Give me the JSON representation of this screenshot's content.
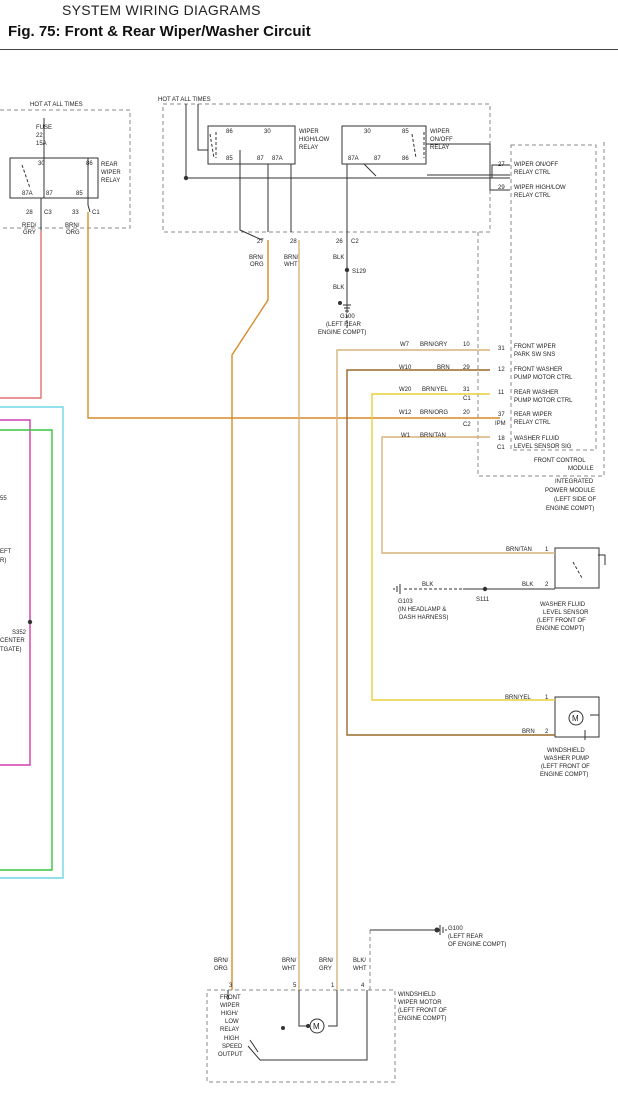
{
  "header": {
    "subtitle": "SYSTEM WIRING DIAGRAMS",
    "title": "Fig. 75: Front & Rear Wiper/Washer Circuit"
  },
  "colors": {
    "orange": "#d88a2a",
    "tan": "#d9b37a",
    "yellow": "#e8cf3a",
    "brown": "#9a6a2c",
    "red": "#e07070",
    "magenta": "#d43ab0",
    "green": "#38c440",
    "cyan": "#6fd6e6",
    "wire": "#333333"
  },
  "labels": {
    "hot_left": "HOT AT ALL TIMES",
    "hot_right": "HOT AT ALL TIMES",
    "fuse": "FUSE",
    "fuse_num": "22",
    "fuse_amp": "15A",
    "rear_relay_1": "REAR",
    "rear_relay_2": "WIPER",
    "rear_relay_3": "RELAY",
    "r_30": "30",
    "r_86": "86",
    "r_87a": "87A",
    "r_87": "87",
    "r_85": "85",
    "p28": "28",
    "c3": "C3",
    "p33": "33",
    "c1a": "C1",
    "red_gry_1": "RED/",
    "red_gry_2": "GRY",
    "brn_org_1": "BRN/",
    "brn_org_2": "ORG",
    "hl_86": "86",
    "hl_30": "30",
    "hl_85": "85",
    "hl_87": "87",
    "hl_87a": "87A",
    "hl_1": "WIPER",
    "hl_2": "HIGH/LOW",
    "hl_3": "RELAY",
    "oo_30": "30",
    "oo_85": "85",
    "oo_87a": "87A",
    "oo_87": "87",
    "oo_86": "86",
    "oo_1": "WIPER",
    "oo_2": "ON/OFF",
    "oo_3": "RELAY",
    "p27": "27",
    "p28b": "28",
    "p26": "26",
    "c2": "C2",
    "brn_org_b1": "BRN/",
    "brn_org_b2": "ORG",
    "brn_wht_b1": "BRN/",
    "brn_wht_b2": "WHT",
    "blk_a": "BLK",
    "s129": "S129",
    "blk_b": "BLK",
    "g100": "G100",
    "g100_l1": "(LEFT REAR",
    "g100_l2": "ENGINE COMPT)",
    "m27": "27",
    "m27_1": "WIPER ON/OFF",
    "m27_2": "RELAY CTRL",
    "m29": "29",
    "m29_1": "WIPER HIGH/LOW",
    "m29_2": "RELAY CTRL",
    "w7": "W7",
    "w7_c": "BRN/GRY",
    "w7_p": "10",
    "m31": "31",
    "m31_1": "FRONT WIPER",
    "m31_2": "PARK SW SNS",
    "w10": "W10",
    "w10_c": "BRN",
    "w10_p": "29",
    "m12": "12",
    "m12_1": "FRONT WASHER",
    "m12_2": "PUMP MOTOR CTRL",
    "w20": "W20",
    "w20_c": "BRN/YEL",
    "w20_p": "31",
    "c1b": "C1",
    "m11": "11",
    "m11_1": "REAR WASHER",
    "m11_2": "PUMP MOTOR CTRL",
    "w12": "W12",
    "w12_c": "BRN/ORG",
    "w12_p": "20",
    "c2b": "C2",
    "m37": "37",
    "ipm": "IPM",
    "m37_1": "REAR WIPER",
    "m37_2": "RELAY CTRL",
    "w1": "W1",
    "w1_c": "BRN/TAN",
    "m18": "18",
    "c1c": "C1",
    "m18_1": "WASHER FLUID",
    "m18_2": "LEVEL SENSOR SIG",
    "fcm_1": "FRONT CONTROL",
    "fcm_2": "MODULE",
    "ipm_1": "INTEGRATED",
    "ipm_2": "POWER MODULE",
    "ipm_3": "(LEFT SIDE OF",
    "ipm_4": "ENGINE COMPT)",
    "ls_brn_tan": "BRN/TAN",
    "ls_p1": "1",
    "ls_blk1": "BLK",
    "ls_blk2": "BLK",
    "ls_p2": "2",
    "g103": "G103",
    "g103_1": "(IN HEADLAMP &",
    "g103_2": "DASH HARNESS)",
    "s111": "S111",
    "ls_1": "WASHER FLUID",
    "ls_2": "LEVEL SENSOR",
    "ls_3": "(LEFT FRONT OF",
    "ls_4": "ENGINE COMPT)",
    "wp_brn_yel": "BRN/YEL",
    "wp_p1": "1",
    "wp_brn": "BRN",
    "wp_p2": "2",
    "wp_1": "WINDSHIELD",
    "wp_2": "WASHER PUMP",
    "wp_3": "(LEFT FRONT OF",
    "wp_4": "ENGINE COMPT)",
    "left_55": "55",
    "left_eft": "EFT",
    "left_r": "R)",
    "left_s352": "S352",
    "left_center": "CENTER",
    "left_toate": "TGATE)",
    "g100b": "G100",
    "g100b_1": "(LEFT REAR",
    "g100b_2": "OF ENGINE COMPT)",
    "wm_c3_1": "BRN/",
    "wm_c3_2": "ORG",
    "wm_c5_1": "BRN/",
    "wm_c5_2": "WHT",
    "wm_c1_1": "BRN/",
    "wm_c1_2": "GRY",
    "wm_c4_1": "BLK/",
    "wm_c4_2": "WHT",
    "wm_p3": "3",
    "wm_p5": "5",
    "wm_p1": "1",
    "wm_p4": "4",
    "wm_1": "WINDSHIELD",
    "wm_2": "WIPER MOTOR",
    "wm_3": "(LEFT FRONT OF",
    "wm_4": "ENGINE COMPT)",
    "wm_in_1": "FRONT",
    "wm_in_2": "WIPER",
    "wm_in_3": "HIGH/",
    "wm_in_4": "LOW",
    "wm_in_5": "RELAY",
    "wm_in_6": "HIGH",
    "wm_in_7": "SPEED",
    "wm_in_8": "OUTPUT",
    "motor_m": "M"
  }
}
